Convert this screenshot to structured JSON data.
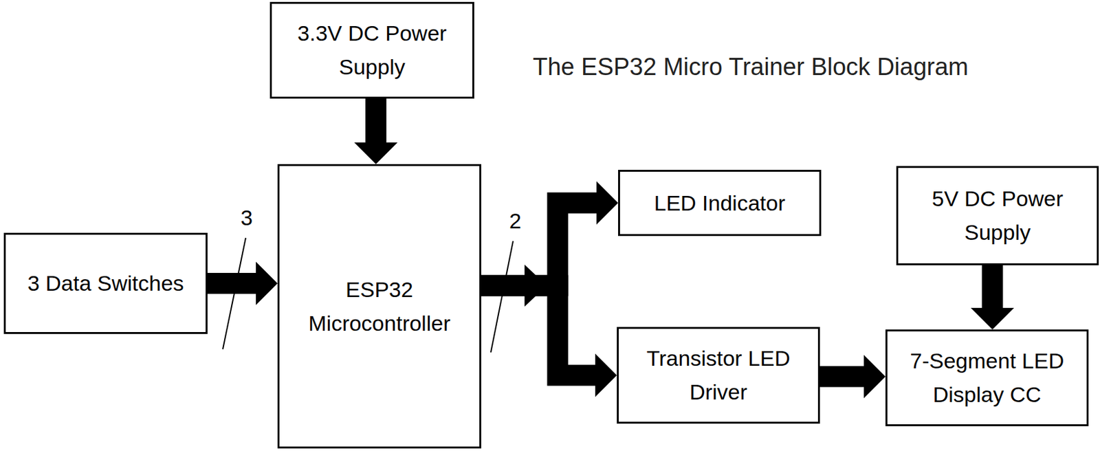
{
  "diagram": {
    "title": "The ESP32 Micro Trainer Block Diagram",
    "nodes": [
      {
        "text": [
          "3.3V DC Power Supply"
        ]
      },
      {
        "text": [
          "3 Data Switches"
        ]
      },
      {
        "text": [
          "ESP32 Microcontroller"
        ]
      },
      {
        "text": [
          "LED Indicator"
        ]
      },
      {
        "text": [
          "5V DC Power Supply"
        ]
      },
      {
        "text": [
          "Transistor LED Driver"
        ]
      },
      {
        "text": [
          "7-Segment LED Display CC"
        ]
      }
    ],
    "edges": [
      {
        "from": 0,
        "to": 2,
        "arrow": "to"
      },
      {
        "from": 1,
        "to": 2,
        "arrow": "to"
      },
      {
        "from": 2,
        "to": 3,
        "arrow": "to"
      },
      {
        "from": 2,
        "to": 5,
        "arrow": "to"
      },
      {
        "from": 4,
        "to": 6,
        "arrow": "to"
      },
      {
        "from": 5,
        "to": 6,
        "arrow": "to"
      }
    ],
    "labels": [
      "3",
      "2"
    ]
  }
}
